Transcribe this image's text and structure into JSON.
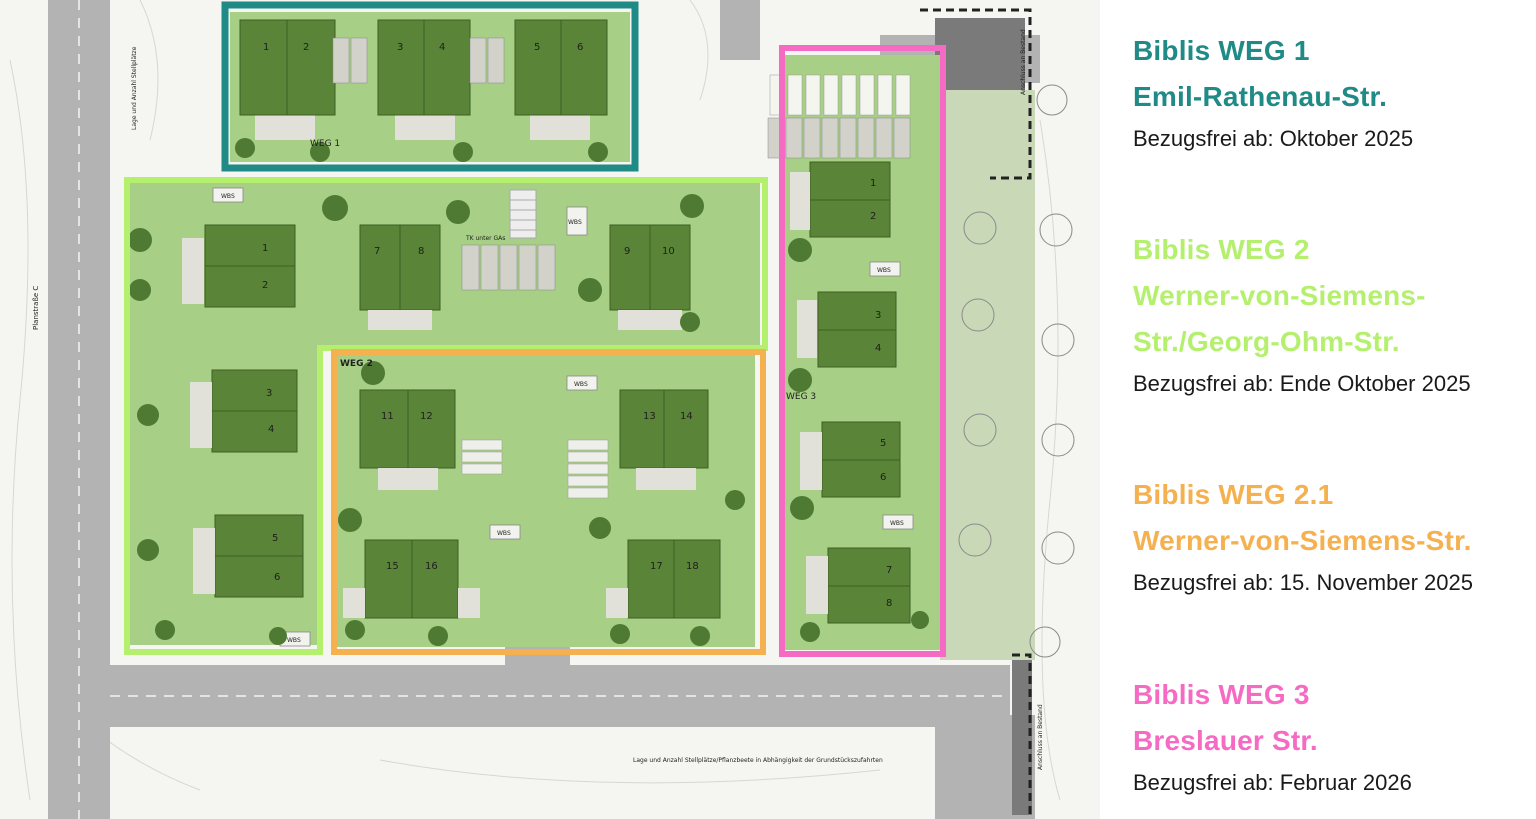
{
  "colors": {
    "weg1": "#208a87",
    "weg2": "#b4f06e",
    "weg21": "#f5b04f",
    "weg3": "#f56bc4",
    "road": "#b3b3b3",
    "grass": "#a7cf85",
    "building": "#5a8437",
    "tree": "#4f7a34",
    "building_shadow": "#e1e1da"
  },
  "legend": [
    {
      "id": "weg1",
      "title_1": "Biblis WEG 1",
      "title_2": "Emil-Rathenau-Str.",
      "title_3": "",
      "date": "Bezugsfrei ab: Oktober 2025"
    },
    {
      "id": "weg2",
      "title_1": "Biblis WEG 2",
      "title_2": "Werner-von-Siemens-",
      "title_3": "Str./Georg-Ohm-Str.",
      "date": "Bezugsfrei ab: Ende Oktober 2025"
    },
    {
      "id": "weg21",
      "title_1": "Biblis WEG 2.1",
      "title_2": "Werner-von-Siemens-Str.",
      "title_3": "",
      "date": "Bezugsfrei ab: 15. November 2025"
    },
    {
      "id": "weg3",
      "title_1": "Biblis WEG 3",
      "title_2": "Breslauer Str.",
      "title_3": "",
      "date": "Bezugsfrei ab: Februar 2026"
    }
  ],
  "map": {
    "zone_labels": {
      "weg1": "WEG 1",
      "weg2": "WEG 2",
      "weg3": "WEG 3"
    },
    "street_label": "Planstraße C",
    "site_note_left": "Lage und Anzahl Stellplätze",
    "site_note_bottom": "Lage und Anzahl Stellplätze/Pflanzbeete in Abhängigkeit der Grundstückszufahrten",
    "connection_label_top": "Anschluss an Bestand",
    "connection_label_bottom": "Anschluss an Bestand",
    "wbs_label": "WBS",
    "tk_label": "TK unter GAs",
    "house_numbers": {
      "weg1": [
        "1",
        "2",
        "3",
        "4",
        "5",
        "6"
      ],
      "weg2": [
        "1",
        "2",
        "3",
        "4",
        "5",
        "6",
        "7",
        "8",
        "9",
        "10"
      ],
      "weg21": [
        "11",
        "12",
        "13",
        "14",
        "15",
        "16",
        "17",
        "18"
      ],
      "weg3": [
        "1",
        "2",
        "3",
        "4",
        "5",
        "6",
        "7",
        "8"
      ]
    }
  }
}
